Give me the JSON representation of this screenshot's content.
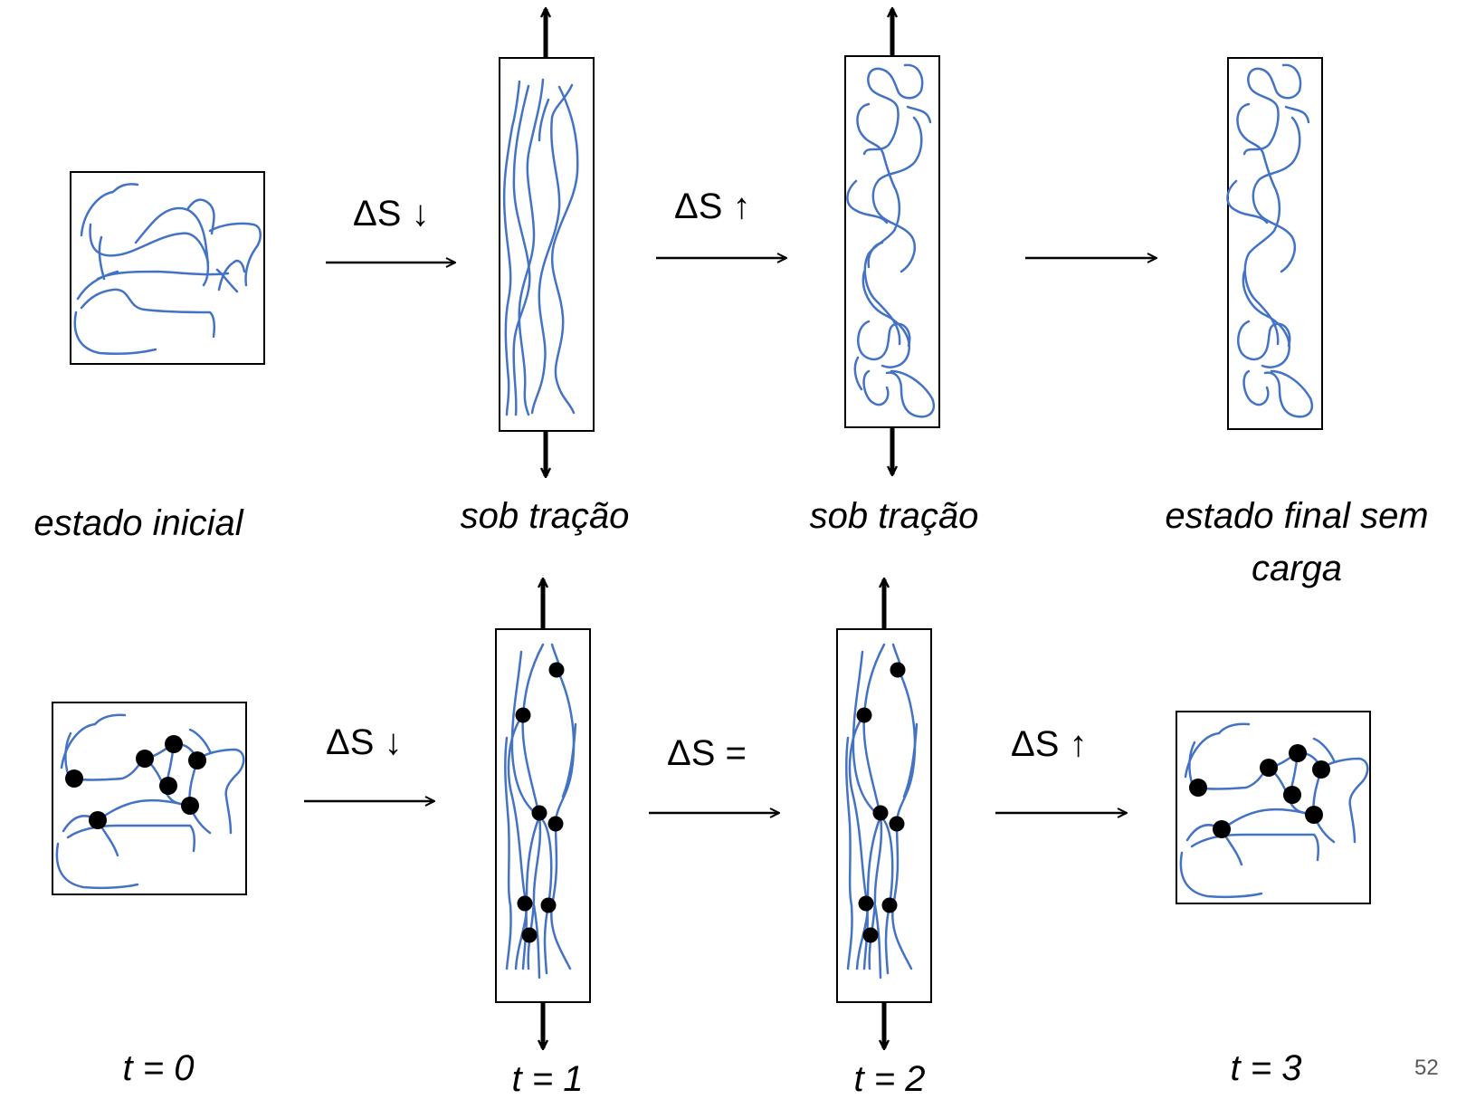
{
  "top_row": {
    "captions": [
      "estado inicial",
      "sob tração",
      "sob tração",
      "estado final sem",
      "carga"
    ],
    "arrow_labels": [
      "ΔS ↓",
      "ΔS ↑",
      ""
    ]
  },
  "bottom_row": {
    "times": [
      "t = 0",
      "t = 1",
      "t = 2",
      "t = 3"
    ],
    "arrow_labels": [
      "ΔS ↓",
      "ΔS =",
      "ΔS ↑"
    ]
  },
  "page_number": "52",
  "colors": {
    "chain": "#4472C4",
    "frame": "#000000",
    "crosslink": "#000000"
  }
}
